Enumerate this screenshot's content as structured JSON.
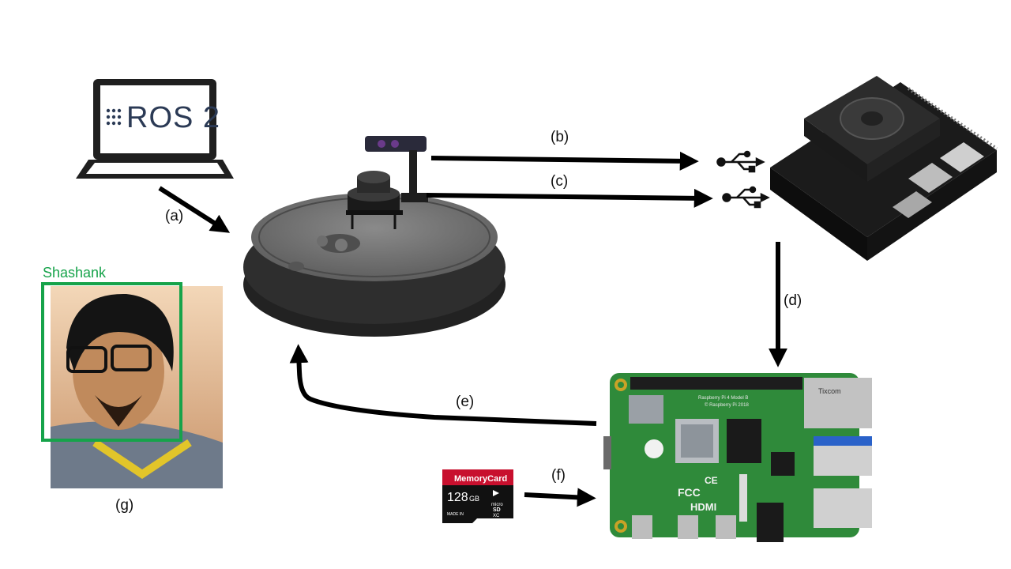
{
  "laptop": {
    "brand": "ROS 2"
  },
  "face": {
    "name": "Shashank"
  },
  "memory_card": {
    "brand": "MemoryCard",
    "capacity": "128",
    "unit": "GB",
    "made_in": "MADE IN",
    "sd_line1": "micro",
    "sd_line2": "SD",
    "sd_line3": "XC"
  },
  "pi_board": {
    "model_text": "Raspberry Pi 4 Model B",
    "copyright": "© Raspberry Pi 2018",
    "hdmi": "HDMI",
    "fcc": "FCC",
    "ce": "CE",
    "ethernet_brand": "Tixcom"
  },
  "connections": [
    {
      "id": "a",
      "label": "(a)"
    },
    {
      "id": "b",
      "label": "(b)"
    },
    {
      "id": "c",
      "label": "(c)"
    },
    {
      "id": "d",
      "label": "(d)"
    },
    {
      "id": "e",
      "label": "(e)"
    },
    {
      "id": "f",
      "label": "(f)"
    },
    {
      "id": "g",
      "label": "(g)"
    }
  ],
  "colors": {
    "arrow": "#000000",
    "face_box": "#16a34a",
    "pcb": "#2f8a3a",
    "robot": "#2a2a2a",
    "card_red": "#c8102e"
  }
}
